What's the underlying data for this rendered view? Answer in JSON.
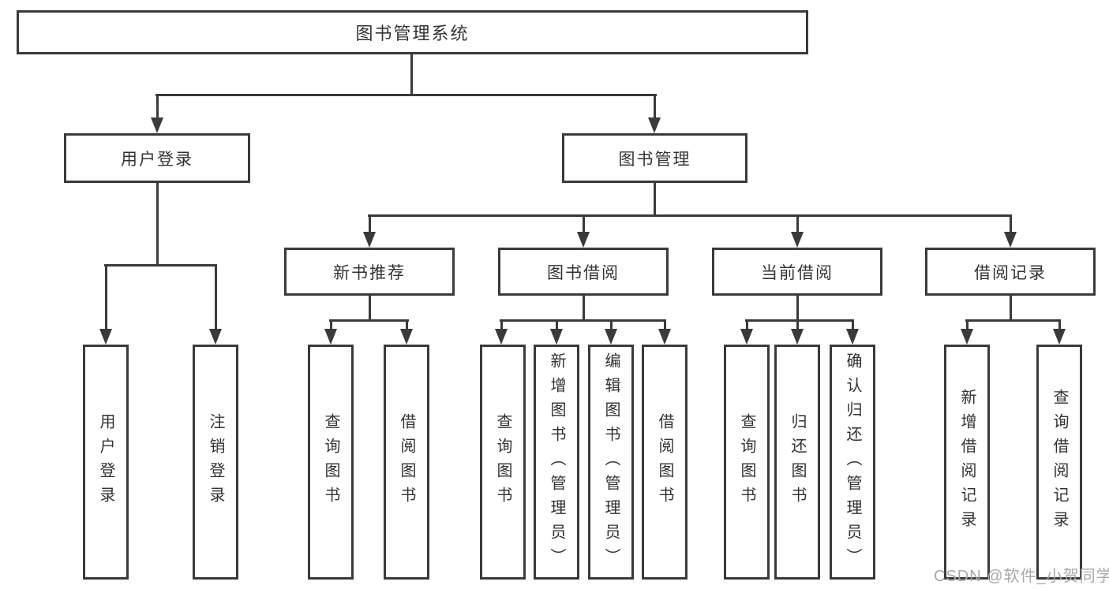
{
  "colors": {
    "line": "#3a3a3a",
    "text": "#333333",
    "box_background": "#ffffff",
    "background": "#ffffff",
    "watermark": "#a9a9a9"
  },
  "tree": {
    "root": "图书管理系统",
    "children": [
      {
        "label": "用户登录",
        "children": [
          "用户登录",
          "注销登录"
        ]
      },
      {
        "label": "图书管理",
        "children": [
          {
            "label": "新书推荐",
            "children": [
              "查询图书",
              "借阅图书"
            ]
          },
          {
            "label": "图书借阅",
            "children": [
              "查询图书",
              "新增图书（管理员）",
              "编辑图书（管理员）",
              "借阅图书"
            ]
          },
          {
            "label": "当前借阅",
            "children": [
              "查询图书",
              "归还图书",
              "确认归还（管理员）"
            ]
          },
          {
            "label": "借阅记录",
            "children": [
              "新增借阅记录",
              "查询借阅记录"
            ]
          }
        ]
      }
    ]
  },
  "watermark": {
    "text": "CSDN @软件_小贺同学"
  }
}
